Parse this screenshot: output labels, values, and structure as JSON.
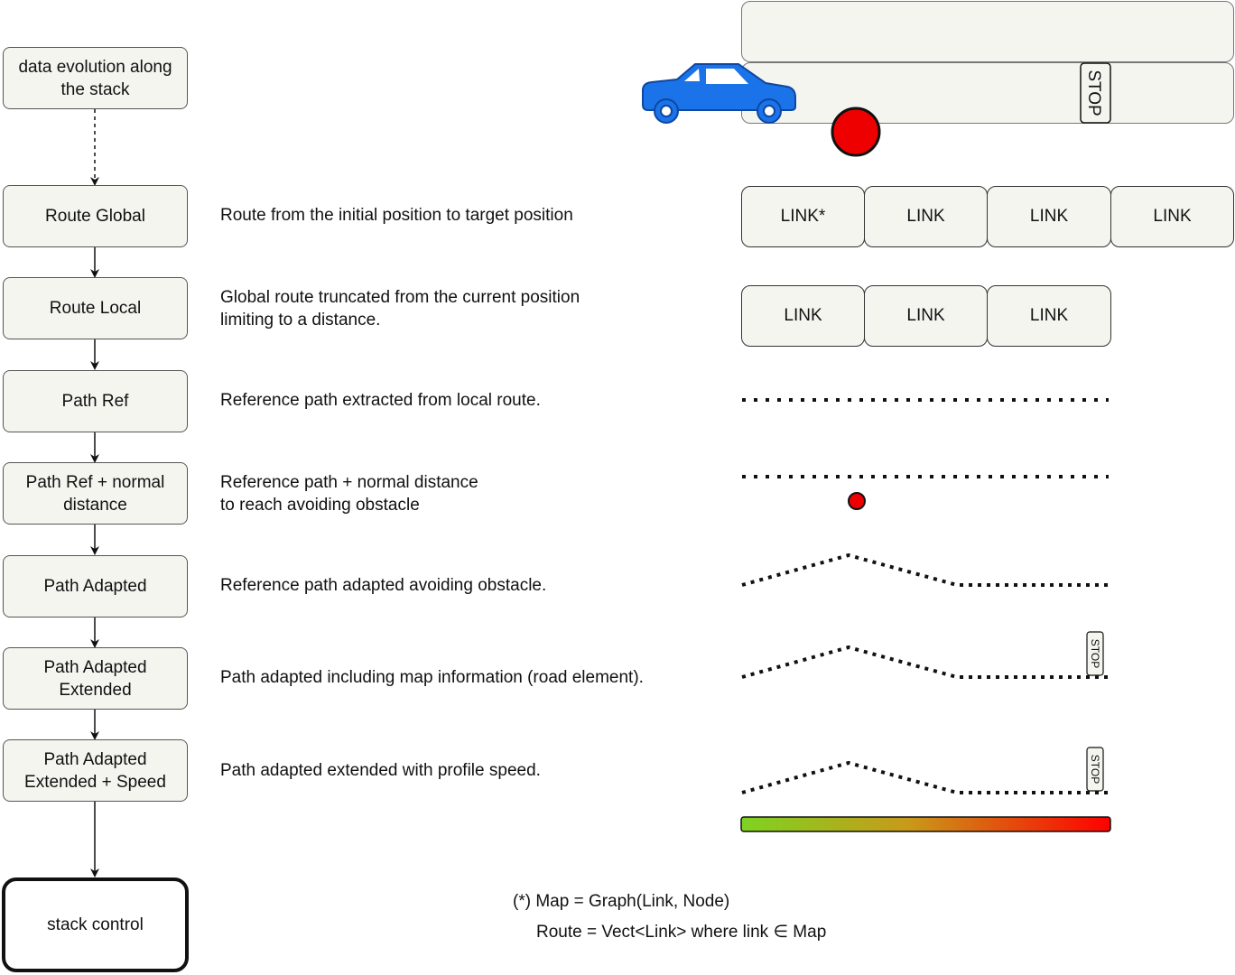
{
  "stack": {
    "start": "data evolution along\nthe stack",
    "levels": [
      {
        "label": "Route Global",
        "desc": "Route from the initial position to target position"
      },
      {
        "label": "Route Local",
        "desc": "Global route truncated from the current position\nlimiting to a distance."
      },
      {
        "label": "Path Ref",
        "desc": "Reference path extracted from local route."
      },
      {
        "label": "Path Ref + normal\ndistance",
        "desc": "Reference path + normal distance\nto reach avoiding obstacle"
      },
      {
        "label": "Path Adapted",
        "desc": "Reference path adapted avoiding obstacle."
      },
      {
        "label": "Path Adapted\nExtended",
        "desc": "Path adapted including map information (road element)."
      },
      {
        "label": "Path Adapted\nExtended + Speed",
        "desc": "Path adapted extended with profile speed."
      }
    ],
    "end": "stack control"
  },
  "scene": {
    "stop_sign": "STOP",
    "car_color": "#1a73e8",
    "obstacle_color": "#ee0000"
  },
  "route_global_links": [
    "LINK*",
    "LINK",
    "LINK",
    "LINK"
  ],
  "route_local_links": [
    "LINK",
    "LINK",
    "LINK"
  ],
  "stop_labels": [
    "STOP",
    "STOP"
  ],
  "speed_profile": {
    "start_color": "#7ed321",
    "mid_color": "#c89a1a",
    "end_color": "#ff0000"
  },
  "footnote": {
    "line1": "(*) Map = Graph(Link, Node)",
    "line2": "Route = Vect<Link> where link ∈ Map"
  }
}
